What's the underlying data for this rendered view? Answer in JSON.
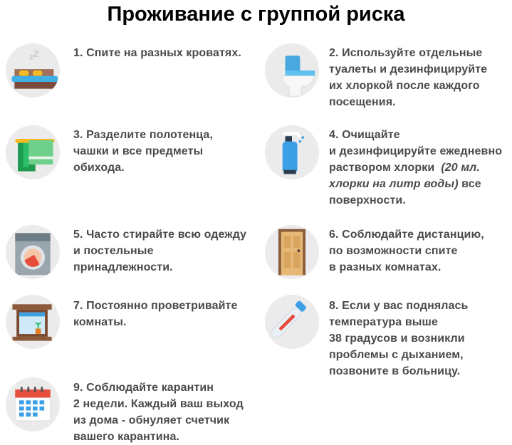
{
  "title": "Проживание с группой риска",
  "items": [
    {
      "icon": "bed-icon",
      "lines": [
        [
          {
            "t": "1. Спите на разных кроватях."
          }
        ]
      ]
    },
    {
      "icon": "toilet-icon",
      "lines": [
        [
          {
            "t": "2. Используйте отдельные"
          }
        ],
        [
          {
            "t": "туалеты и дезинфицируйте"
          }
        ],
        [
          {
            "t": "их хлоркой после каждого"
          }
        ],
        [
          {
            "t": "посещения."
          }
        ]
      ]
    },
    {
      "icon": "towel-icon",
      "lines": [
        [
          {
            "t": "3. Разделите полотенца,"
          }
        ],
        [
          {
            "t": "чашки и все предметы"
          }
        ],
        [
          {
            "t": "обихода."
          }
        ]
      ]
    },
    {
      "icon": "spray-bottle-icon",
      "lines": [
        [
          {
            "t": "4. Очищайте"
          }
        ],
        [
          {
            "t": "и дезинфицируйте ежедневно"
          }
        ],
        [
          {
            "t": "раствором хлорки  "
          },
          {
            "t": "(20 мл.",
            "i": true
          }
        ],
        [
          {
            "t": "хлорки на литр воды)",
            "i": true
          },
          {
            "t": " все"
          }
        ],
        [
          {
            "t": "поверхности."
          }
        ]
      ]
    },
    {
      "icon": "washing-machine-icon",
      "lines": [
        [
          {
            "t": "5. Часто стирайте всю одежду"
          }
        ],
        [
          {
            "t": "и постельные"
          }
        ],
        [
          {
            "t": "принадлежности."
          }
        ]
      ]
    },
    {
      "icon": "door-icon",
      "lines": [
        [
          {
            "t": "6. Соблюдайте дистанцию,"
          }
        ],
        [
          {
            "t": "по возможности спите"
          }
        ],
        [
          {
            "t": "в разных комнатах."
          }
        ]
      ]
    },
    {
      "icon": "window-icon",
      "lines": [
        [
          {
            "t": "7. Постоянно проветривайте"
          }
        ],
        [
          {
            "t": "комнаты."
          }
        ]
      ]
    },
    {
      "icon": "thermometer-icon",
      "lines": [
        [
          {
            "t": "8. Если у вас поднялась"
          }
        ],
        [
          {
            "t": "температура выше"
          }
        ],
        [
          {
            "t": "38 градусов и возникли"
          }
        ],
        [
          {
            "t": "проблемы с дыханием,"
          }
        ],
        [
          {
            "t": "позвоните в больницу."
          }
        ]
      ]
    },
    {
      "icon": "calendar-icon",
      "lines": [
        [
          {
            "t": "9. Соблюдайте карантин"
          }
        ],
        [
          {
            "t": "2 недели. Каждый ваш выход"
          }
        ],
        [
          {
            "t": "из дома - обнуляет счетчик"
          }
        ],
        [
          {
            "t": "вашего карантина."
          }
        ]
      ]
    }
  ]
}
